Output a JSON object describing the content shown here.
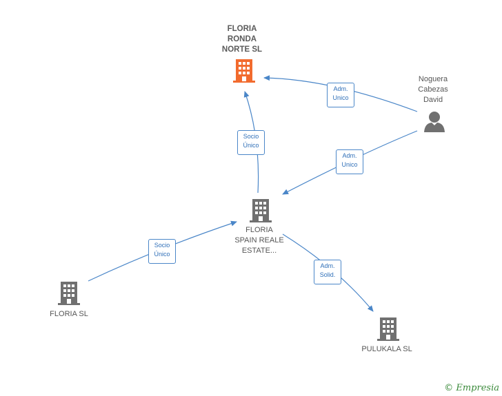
{
  "nodes": {
    "floria_ronda": {
      "label": "FLORIA\nRONDA\nNORTE  SL",
      "color": "#f26b2e"
    },
    "noguera": {
      "label": "Noguera\nCabezas\nDavid"
    },
    "floria_spain": {
      "label": "FLORIA\nSPAIN REALE\nESTATE..."
    },
    "floria_sl": {
      "label": "FLORIA  SL"
    },
    "pulukala": {
      "label": "PULUKALA  SL"
    }
  },
  "edges": {
    "noguera_ronda": "Adm.\nUnico",
    "spain_ronda": "Socio\nÚnico",
    "noguera_spain": "Adm.\nUnico",
    "floriasl_spain": "Socio\nÚnico",
    "spain_pulukala": "Adm.\nSolid."
  },
  "footer": {
    "copyright": "©",
    "brand": "Empresia"
  },
  "colors": {
    "edge": "#4a86c8",
    "building": "#707070",
    "highlight": "#f26b2e"
  }
}
